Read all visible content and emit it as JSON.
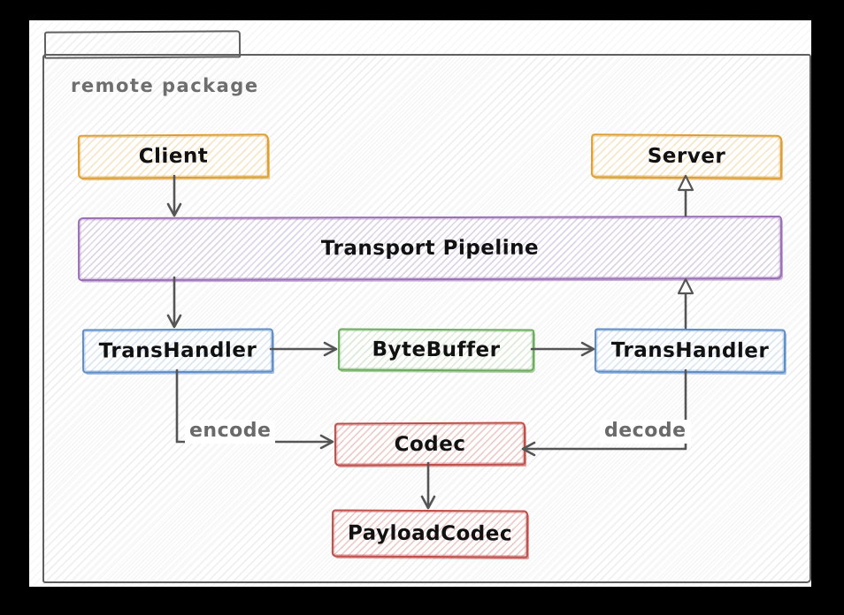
{
  "diagram": {
    "package": {
      "title": "remote package",
      "border_color": "#5f5f5f",
      "title_color": "#6e6e6e"
    },
    "nodes": [
      {
        "id": "client",
        "label": "Client",
        "color": "#dd9f33"
      },
      {
        "id": "server",
        "label": "Server",
        "color": "#dd9f33"
      },
      {
        "id": "transport_pipeline",
        "label": "Transport Pipeline",
        "color": "#9a70b6"
      },
      {
        "id": "transhandler_left",
        "label": "TransHandler",
        "color": "#5e8dc8"
      },
      {
        "id": "bytebuffer",
        "label": "ByteBuffer",
        "color": "#6cab5d"
      },
      {
        "id": "transhandler_right",
        "label": "TransHandler",
        "color": "#5e8dc8"
      },
      {
        "id": "codec",
        "label": "Codec",
        "color": "#bf4f49"
      },
      {
        "id": "payload_codec",
        "label": "PayloadCodec",
        "color": "#bf4f49"
      }
    ],
    "edge_labels": {
      "encode": "encode",
      "decode": "decode"
    },
    "edges": [
      {
        "from": "client",
        "to": "transport_pipeline",
        "head": "chevron"
      },
      {
        "from": "transport_pipeline",
        "to": "transhandler_left",
        "head": "chevron"
      },
      {
        "from": "transhandler_left",
        "to": "bytebuffer",
        "head": "chevron"
      },
      {
        "from": "bytebuffer",
        "to": "transhandler_right",
        "head": "chevron"
      },
      {
        "from": "transhandler_right",
        "to": "transport_pipeline",
        "head": "hollow-triangle"
      },
      {
        "from": "transport_pipeline",
        "to": "server",
        "head": "hollow-triangle"
      },
      {
        "from": "transhandler_left",
        "to": "codec",
        "label": "encode",
        "head": "chevron"
      },
      {
        "from": "transhandler_right",
        "to": "codec",
        "label": "decode",
        "head": "chevron"
      },
      {
        "from": "codec",
        "to": "payload_codec",
        "head": "chevron"
      }
    ],
    "arrow_color": "#555555"
  }
}
